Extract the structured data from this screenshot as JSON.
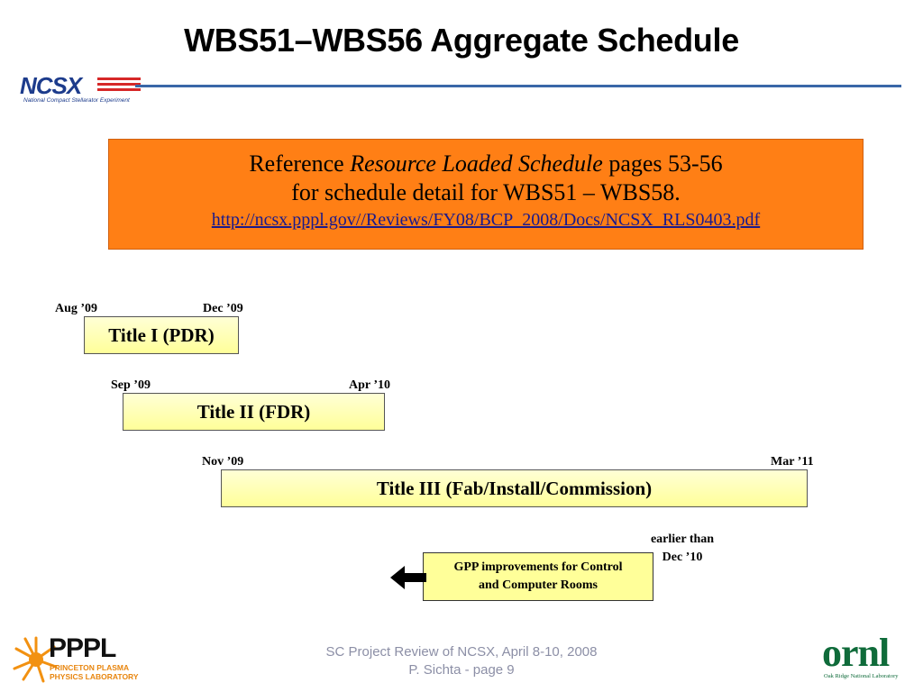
{
  "title": "WBS51–WBS56 Aggregate Schedule",
  "header_logo": {
    "name": "NCSX",
    "subtitle": "National Compact Stellarator Experiment"
  },
  "reference": {
    "line1_prefix": "Reference ",
    "line1_italic": "Resource Loaded Schedule",
    "line1_suffix": " pages 53-56",
    "line2": "for schedule detail for WBS51 – WBS58.",
    "link": "http://ncsx.pppl.gov//Reviews/FY08/BCP_2008/Docs/NCSX_RLS0403.pdf"
  },
  "schedule": [
    {
      "label": "Title I (PDR)",
      "start": "Aug ’09",
      "end": "Dec ’09"
    },
    {
      "label": "Title II (FDR)",
      "start": "Sep ’09",
      "end": "Apr ’10"
    },
    {
      "label": "Title III (Fab/Install/Commission)",
      "start": "Nov ’09",
      "end": "Mar ’11"
    },
    {
      "label_line1": "GPP improvements for Control",
      "label_line2": "and Computer Rooms",
      "end_line1": "earlier than",
      "end_line2": "Dec ’10"
    }
  ],
  "footer": {
    "line1": "SC Project Review of NCSX, April 8-10, 2008",
    "line2": "P. Sichta - page 9"
  },
  "logos": {
    "pppl": "PPPL",
    "pppl_sub1": "PRINCETON PLASMA",
    "pppl_sub2": "PHYSICS LABORATORY",
    "ornl": "ornl",
    "ornl_sub": "Oak Ridge National Laboratory"
  },
  "colors": {
    "reference_box": "#ff7f15",
    "bar_fill": "#ffff99",
    "title_rule": "#3a67a8",
    "ncsx_blue": "#1d3c8c"
  }
}
